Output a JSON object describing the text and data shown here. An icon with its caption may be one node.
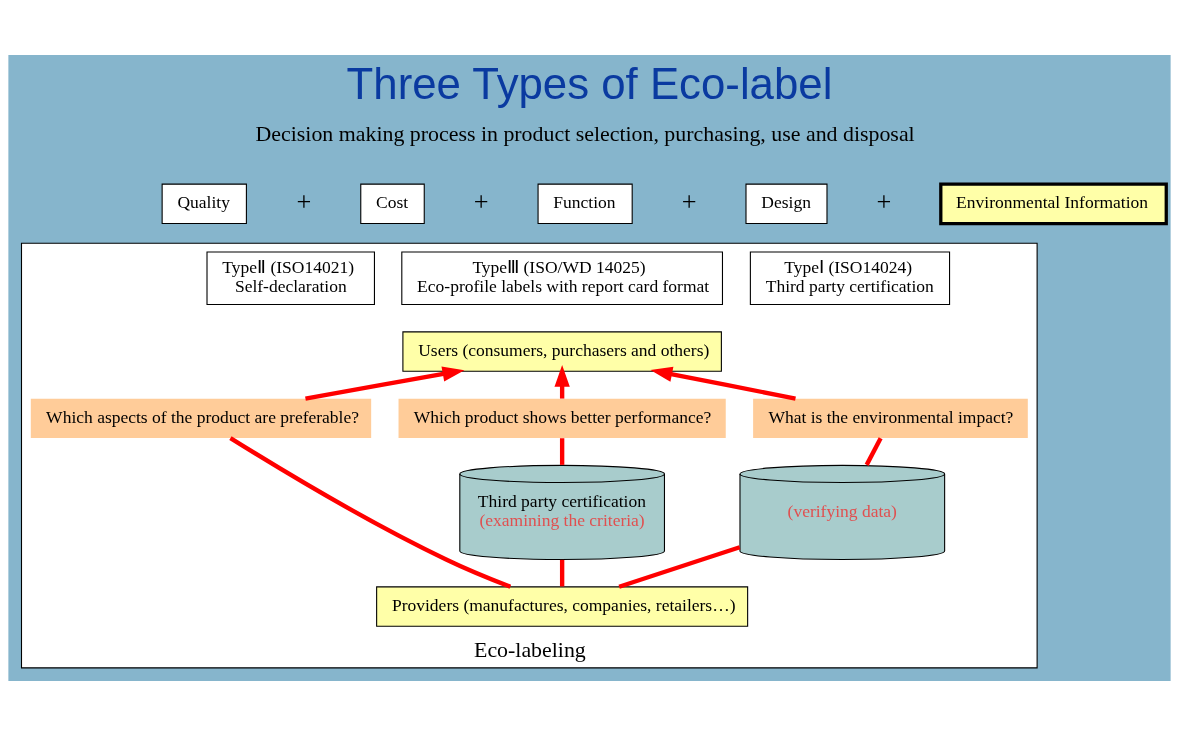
{
  "diagram": {
    "title": "Three Types of Eco-label",
    "nodes": [
      {
        "text": [
          "Quality"
        ]
      },
      {
        "text": [
          "Cost"
        ]
      },
      {
        "text": [
          "Function"
        ]
      },
      {
        "text": [
          "Design"
        ]
      },
      {
        "text": [
          "Environmental Information"
        ]
      },
      {
        "text": [
          "Eco-labeling"
        ]
      },
      {
        "text": [
          "TypeⅠ (ISO14024)",
          "Third party certification"
        ],
        "in": 5
      },
      {
        "text": [
          "TypeⅡ (ISO14021)",
          "Self-declaration"
        ],
        "in": 5
      },
      {
        "text": [
          "TypeⅢ (ISO/WD 14025)",
          "Eco-profile labels with report card format"
        ],
        "in": 5
      },
      {
        "text": [
          "Users (consumers, purchasers and others)"
        ],
        "in": 5
      },
      {
        "text": [
          "Which product shows better performance?"
        ],
        "in": 5
      },
      {
        "text": [
          "Which aspects of the product are preferable?"
        ],
        "in": 5
      },
      {
        "text": [
          "What is the environmental impact?"
        ],
        "in": 5
      },
      {
        "text": [
          "Third party certification",
          "(examining the criteria)"
        ],
        "in": 5
      },
      {
        "text": [
          "(verifying data)"
        ],
        "in": 5
      },
      {
        "text": [
          "Providers (manufactures, companies, retailers…)"
        ],
        "in": 5
      }
    ],
    "edges": [
      {
        "from": 15,
        "to": 13,
        "arrow": "none"
      },
      {
        "from": 13,
        "to": 10,
        "arrow": "none"
      },
      {
        "from": 10,
        "to": 9,
        "arrow": "to"
      },
      {
        "from": 15,
        "to": 11,
        "arrow": "none"
      },
      {
        "from": 11,
        "to": 9,
        "arrow": "to"
      },
      {
        "from": 15,
        "to": 14,
        "arrow": "none"
      },
      {
        "from": 14,
        "to": 12,
        "arrow": "none"
      },
      {
        "from": 12,
        "to": 9,
        "arrow": "to"
      }
    ],
    "labels": [
      "Decision making process in product selection, purchasing, use and disposal",
      "+",
      "+",
      "+",
      "+"
    ]
  }
}
